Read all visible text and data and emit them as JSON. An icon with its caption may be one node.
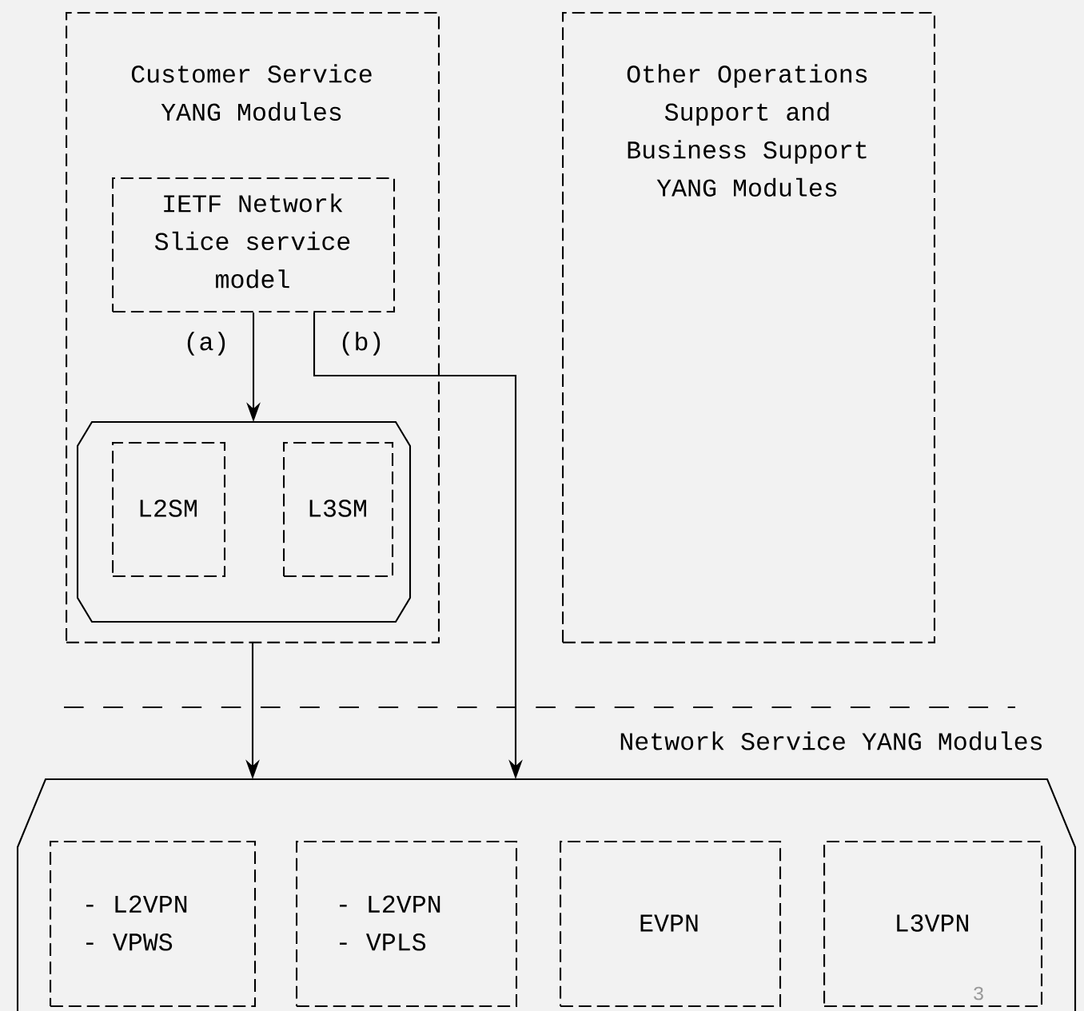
{
  "diagram": {
    "nodes": [
      {
        "text": [
          "Customer Service YANG Modules"
        ]
      },
      {
        "text": [
          "IETF Network Slice service model"
        ],
        "in": 0
      },
      {
        "text": [],
        "shape": "box",
        "in": 0
      },
      {
        "text": [
          "L2SM"
        ],
        "in": 2
      },
      {
        "text": [
          "L3SM"
        ],
        "in": 2
      },
      {
        "text": [
          "Other Operations Support and Business Support YANG Modules"
        ]
      },
      {
        "text": [],
        "shape": "box"
      },
      {
        "text": [
          "- L2VPN",
          "- VPWS"
        ],
        "in": 6
      },
      {
        "text": [
          "- L2VPN",
          "- VPLS"
        ],
        "in": 6
      },
      {
        "text": [
          "EVPN"
        ],
        "in": 6
      },
      {
        "text": [
          "L3VPN"
        ],
        "in": 6
      }
    ],
    "edges": [
      {
        "from": 1,
        "to": 2,
        "arrow": "to",
        "label": "(a)"
      },
      {
        "from": 1,
        "to": 6,
        "arrow": "to",
        "label": "(b)"
      },
      {
        "from": 0,
        "to": 6,
        "arrow": "to"
      }
    ],
    "labels": [
      "Network Service YANG Modules",
      "3"
    ]
  }
}
